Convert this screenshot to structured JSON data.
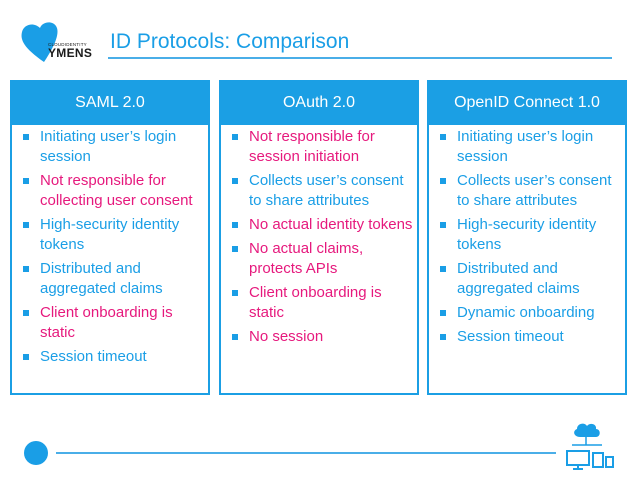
{
  "logo": {
    "small_text": "CLOUDIDENTITY",
    "big_text": "YMENS"
  },
  "title": "ID Protocols: Comparison",
  "columns": [
    {
      "header": "SAML 2.0",
      "items": [
        {
          "text": "Initiating user’s login session",
          "negative": false
        },
        {
          "text": "Not responsible for collecting user consent",
          "negative": true
        },
        {
          "text": "High-security identity tokens",
          "negative": false
        },
        {
          "text": "Distributed and aggregated claims",
          "negative": false
        },
        {
          "text": "Client onboarding is static",
          "negative": true
        },
        {
          "text": "Session timeout",
          "negative": false
        }
      ]
    },
    {
      "header": "OAuth 2.0",
      "items": [
        {
          "text": "Not responsible for session initiation",
          "negative": true
        },
        {
          "text": "Collects user’s consent to share attributes",
          "negative": false
        },
        {
          "text": "No actual identity tokens",
          "negative": true
        },
        {
          "text": "No actual claims, protects APIs",
          "negative": true
        },
        {
          "text": "Client onboarding is static",
          "negative": true
        },
        {
          "text": "No session",
          "negative": true
        }
      ]
    },
    {
      "header": "OpenID Connect 1.0",
      "items": [
        {
          "text": "Initiating user’s login session",
          "negative": false
        },
        {
          "text": "Collects user’s consent to share attributes",
          "negative": false
        },
        {
          "text": "High-security identity tokens",
          "negative": false
        },
        {
          "text": "Distributed and aggregated claims",
          "negative": false
        },
        {
          "text": "Dynamic onboarding",
          "negative": false
        },
        {
          "text": "Session timeout",
          "negative": false
        }
      ]
    }
  ],
  "colors": {
    "accent": "#1b9fe4",
    "positive_text": "#1a9ee6",
    "negative_text": "#e6197d"
  },
  "icons": {
    "logo": "heart-logo-icon",
    "bottom_left": "circle-icon",
    "bottom_right": "cloud-devices-icon"
  }
}
